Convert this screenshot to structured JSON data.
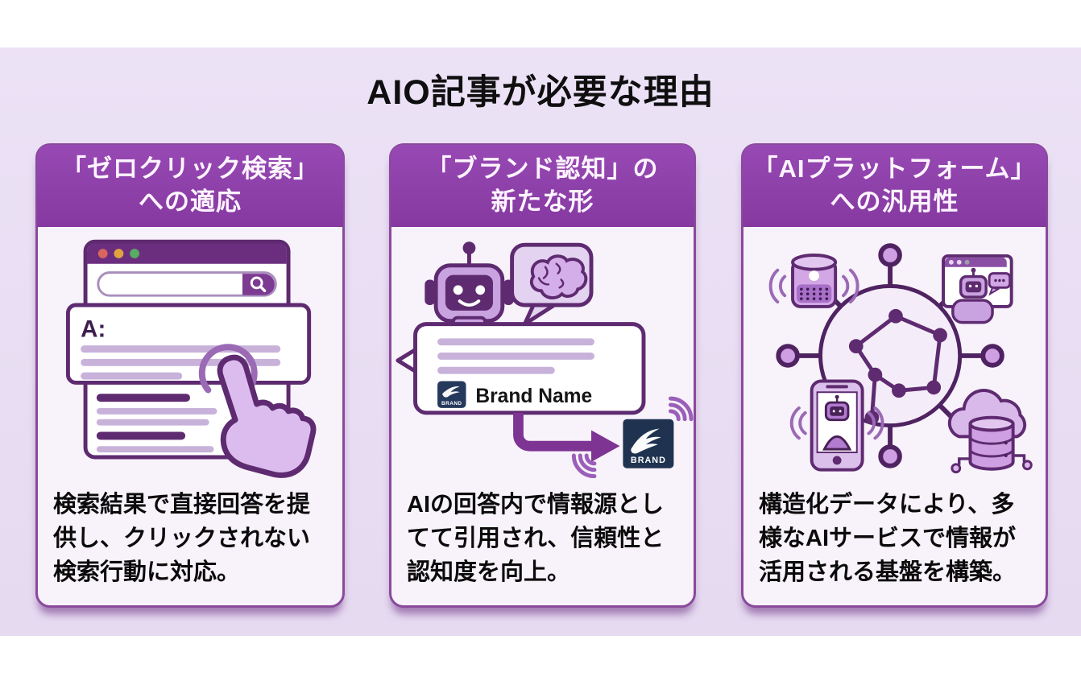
{
  "title": "AIO記事が必要な理由",
  "cards": [
    {
      "header_line1": "「ゼロクリック検索」",
      "header_line2": "への適応",
      "body": "検索結果で直接回答を提供し、クリックされない検索行動に対応。"
    },
    {
      "header_line1": "「ブランド認知」の",
      "header_line2": "新たな形",
      "body": "AIの回答内で情報源としてて引用され、信頼性と認知度を向上。"
    },
    {
      "header_line1": "「AIプラットフォーム」",
      "header_line2": "への汎用性",
      "body": "構造化データにより、多様なAIサービスで情報が活用される基盤を構築。"
    }
  ],
  "illustration1": {
    "answer_label": "A:"
  },
  "illustration2": {
    "brand_chip_label": "BRAND",
    "brand_name_text": "Brand Name",
    "brand_logo_label": "BRAND"
  },
  "colors": {
    "band_bg": "#e8ddf2",
    "card_bg": "#f8f2fb",
    "card_border": "#8a4a9c",
    "header_purple": "#8c3ea8",
    "dark_purple": "#5e2a70",
    "light_purple": "#c8b2da",
    "brand_navy": "#1f3350",
    "dot_red": "#d9655f",
    "dot_yellow": "#dfa43e",
    "dot_green": "#56ae62"
  }
}
